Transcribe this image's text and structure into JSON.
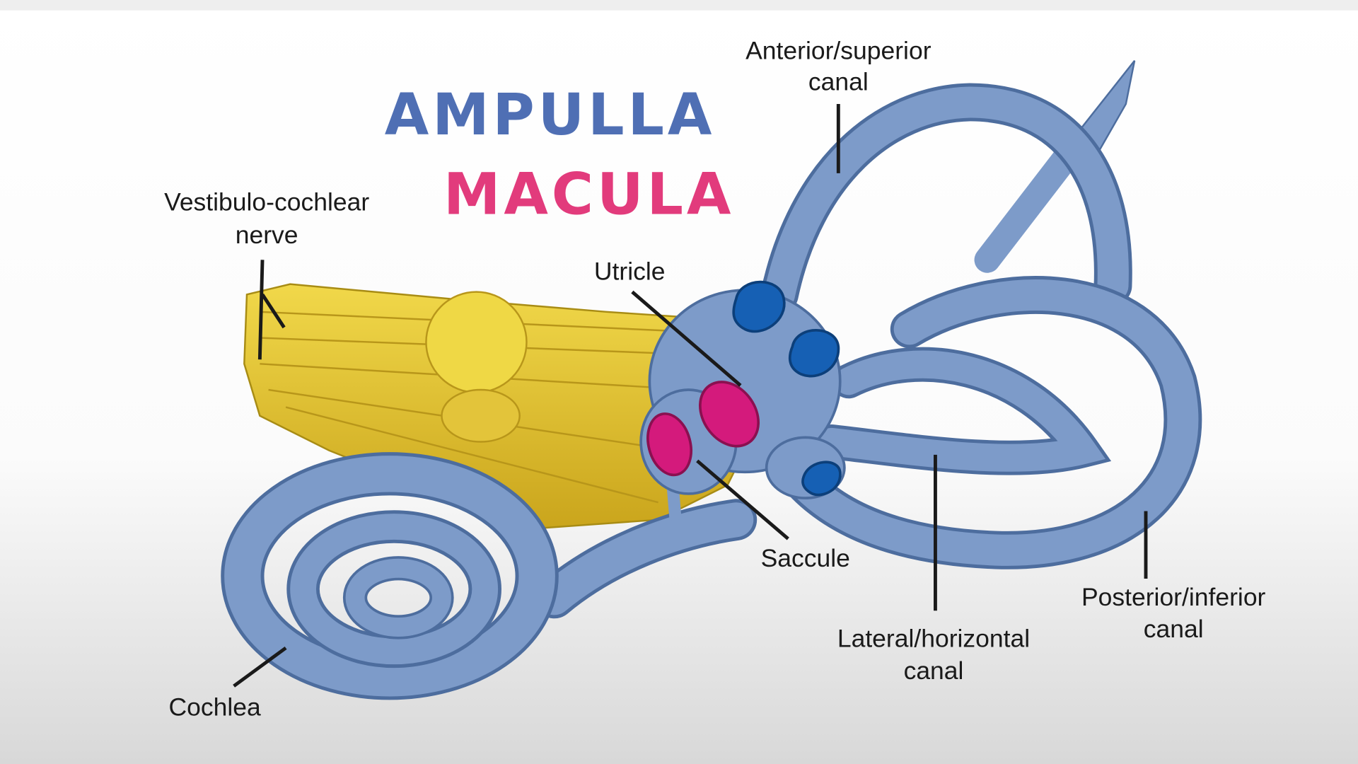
{
  "headings": {
    "ampulla": "AMPULLA",
    "macula": "MACULA"
  },
  "labels": {
    "anterior_1": "Anterior/superior",
    "anterior_2": "canal",
    "nerve_1": "Vestibulo-cochlear",
    "nerve_2": "nerve",
    "utricle": "Utricle",
    "saccule": "Saccule",
    "lateral_1": "Lateral/horizontal",
    "lateral_2": "canal",
    "posterior_1": "Posterior/inferior",
    "posterior_2": "canal",
    "cochlea": "Cochlea"
  },
  "colors": {
    "ampulla": "#4f6fb4",
    "macula": "#e23b7c",
    "labyrinth": "#7d9bc9",
    "nerve": "#e6c52e",
    "ampulla_spot": "#1660b4",
    "macula_spot": "#d41a7c"
  }
}
